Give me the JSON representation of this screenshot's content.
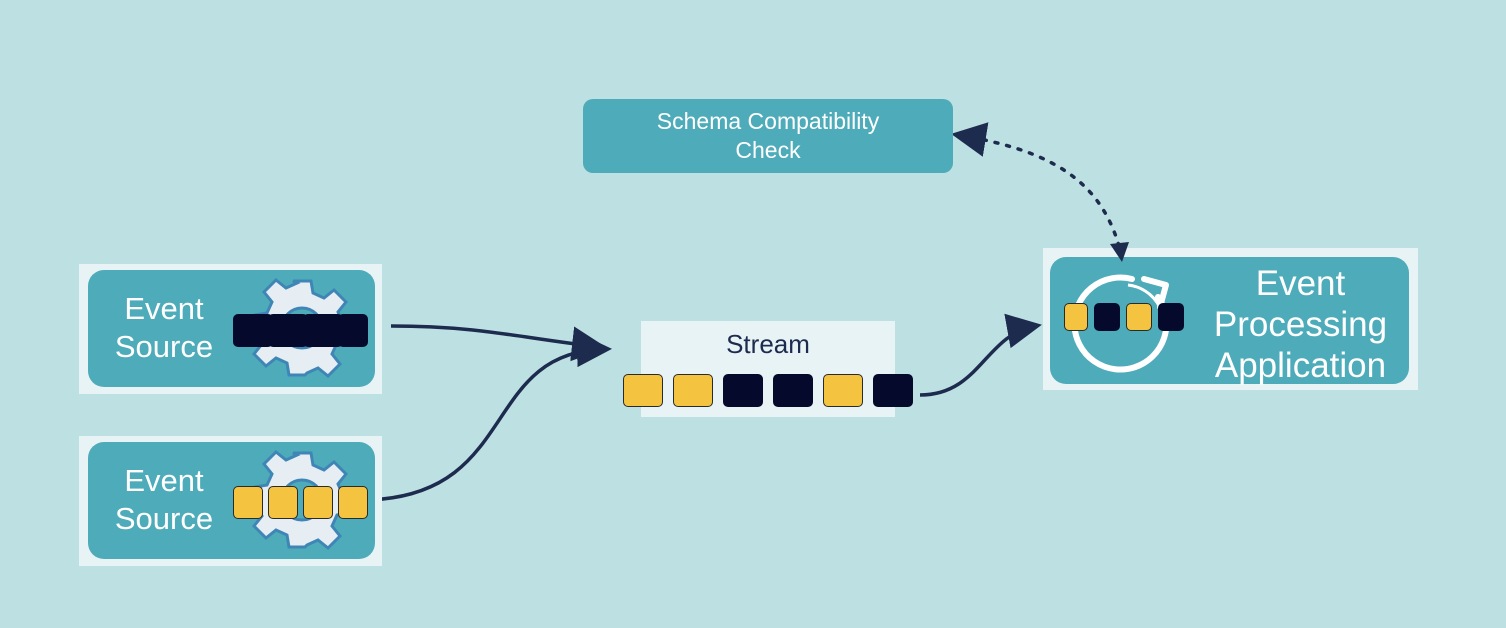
{
  "diagram": {
    "sources": [
      {
        "label_line1": "Event",
        "label_line2": "Source",
        "squares": [
          "dark",
          "dark",
          "dark",
          "dark"
        ]
      },
      {
        "label_line1": "Event",
        "label_line2": "Source",
        "squares": [
          "yellow",
          "yellow",
          "yellow",
          "yellow"
        ]
      }
    ],
    "stream": {
      "label": "Stream",
      "squares": [
        "yellow",
        "yellow",
        "dark",
        "dark",
        "yellow",
        "dark"
      ]
    },
    "schema_check": {
      "label_line1": "Schema Compatibility",
      "label_line2": "Check"
    },
    "application": {
      "label_line1": "Event",
      "label_line2": "Processing",
      "label_line3": "Application",
      "squares": [
        "yellow",
        "dark",
        "yellow",
        "dark"
      ]
    },
    "colors": {
      "background": "#bde0e2",
      "panel": "#4eacba",
      "frame": "#e8f3f5",
      "event_yellow": "#f4c33f",
      "event_dark": "#050a2c",
      "arrow": "#1c2b4e"
    },
    "icons": [
      "gear-icon",
      "refresh-icon"
    ]
  }
}
